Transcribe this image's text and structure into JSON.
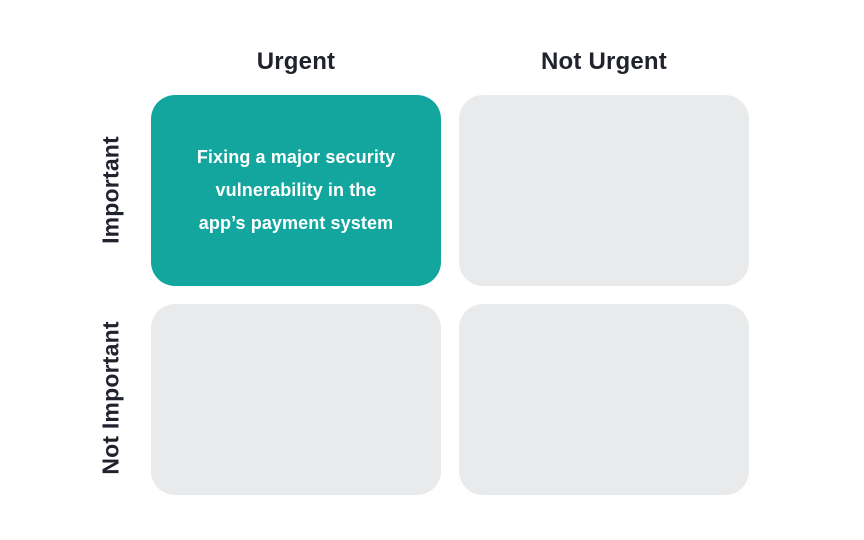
{
  "matrix": {
    "column_headers": [
      "Urgent",
      "Not Urgent"
    ],
    "row_headers": [
      "Important",
      "Not Important"
    ],
    "quadrants": [
      {
        "row": "Important",
        "column": "Urgent",
        "filled": true,
        "content": "Fixing a major security vulnerability in the app’s payment system",
        "content_lines": [
          "Fixing a major security",
          "vulnerability in the",
          "app’s payment system"
        ]
      },
      {
        "row": "Important",
        "column": "Not Urgent",
        "filled": false,
        "content": ""
      },
      {
        "row": "Not Important",
        "column": "Urgent",
        "filled": false,
        "content": ""
      },
      {
        "row": "Not Important",
        "column": "Not Urgent",
        "filled": false,
        "content": ""
      }
    ],
    "colors": {
      "accent": "#12A69E",
      "empty_cell": "#E9EAEB",
      "text_dark": "#20232D",
      "text_on_accent": "#FFFFFF",
      "background": "#FFFFFF"
    }
  }
}
